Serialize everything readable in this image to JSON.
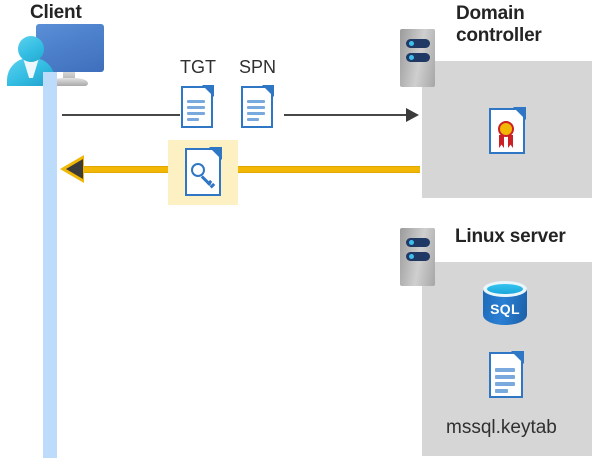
{
  "diagram": {
    "title_client": "Client",
    "title_domain_controller": "Domain\ncontroller",
    "title_linux_server": "Linux server",
    "colors": {
      "lifeline": "#bddbfb",
      "panel": "#d6d6d6",
      "highlight": "#fdf1c4",
      "request_arrow": "#474747",
      "response_arrow": "#f2b705",
      "doc_blue": "#2f77c4",
      "sql_blue": "#2a7fd4",
      "seal_gold": "#f2b705",
      "seal_red": "#cc2027",
      "server_led": "#3fbff0",
      "server_bay": "#1f3864",
      "title_text": "#242424"
    }
  },
  "labels": {
    "tgt": "TGT",
    "spn": "SPN",
    "keytab_file": "mssql.keytab",
    "sql": "SQL"
  },
  "icons": {
    "client": "user-computer-icon",
    "server": "server-rack-icon",
    "tgt_doc": "document-icon",
    "spn_doc": "document-icon",
    "key_doc": "key-document-icon",
    "certificate": "certificate-document-icon",
    "database": "sql-database-icon",
    "keytab_doc": "document-icon"
  },
  "flows": {
    "request": {
      "from": "Client",
      "to": "Domain controller",
      "direction": "right",
      "carries": [
        "TGT",
        "SPN"
      ]
    },
    "response": {
      "from": "Domain controller",
      "to": "Client",
      "direction": "left",
      "carries": [
        "key-document"
      ],
      "highlighted": true
    }
  }
}
